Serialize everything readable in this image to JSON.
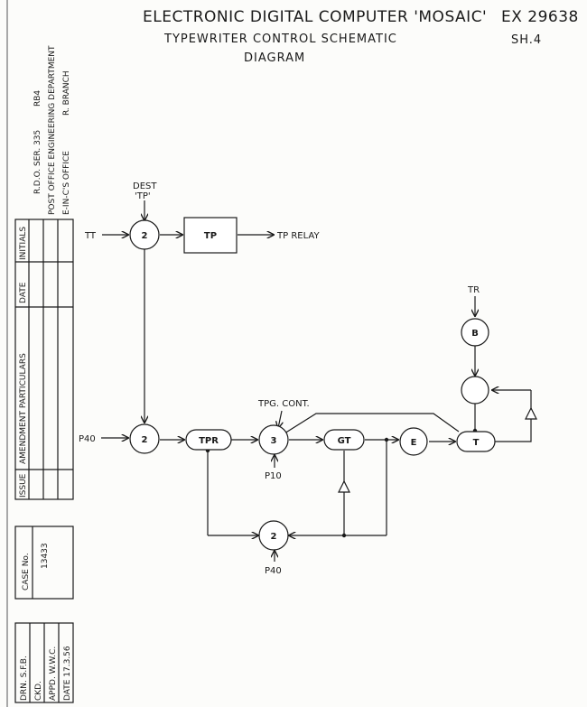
{
  "header": {
    "title": "ELECTRONIC DIGITAL COMPUTER 'MOSAIC'",
    "subtitle": "TYPEWRITER CONTROL SCHEMATIC",
    "subtitle2": "DIAGRAM",
    "drawing_no": "EX 29638",
    "sheet": "SH.4"
  },
  "sidebar": {
    "ref": "R.D.O. SER. 335",
    "code": "RB4",
    "dept": "POST OFFICE ENGINEERING DEPARTMENT",
    "office": "E-IN-C'S OFFICE",
    "branch": "R. BRANCH",
    "table_headers": [
      "ISSUE",
      "AMENDMENT PARTICULARS",
      "DATE",
      "INITIALS"
    ],
    "case_label": "CASE No.",
    "case_no": "13433",
    "drn": "DRN. S.F.B.",
    "ckd": "CKD.",
    "appd": "APPD. W.W.C.",
    "date": "DATE 17.3.56"
  },
  "diagram": {
    "labels": {
      "dest": "DEST",
      "dest_tp": "'TP'",
      "tt": "TT",
      "tp_relay": "TP RELAY",
      "p40_left": "P40",
      "tpg_cont": "TPG. CONT.",
      "p10": "P10",
      "p40_bottom": "P40",
      "tr": "TR"
    },
    "nodes": {
      "gate_top": "2",
      "box_tp": "TP",
      "gate_mid": "2",
      "tpr": "TPR",
      "gate_3": "3",
      "gt": "GT",
      "e": "E",
      "t": "T",
      "b": "B",
      "gate_bottom": "2"
    }
  }
}
